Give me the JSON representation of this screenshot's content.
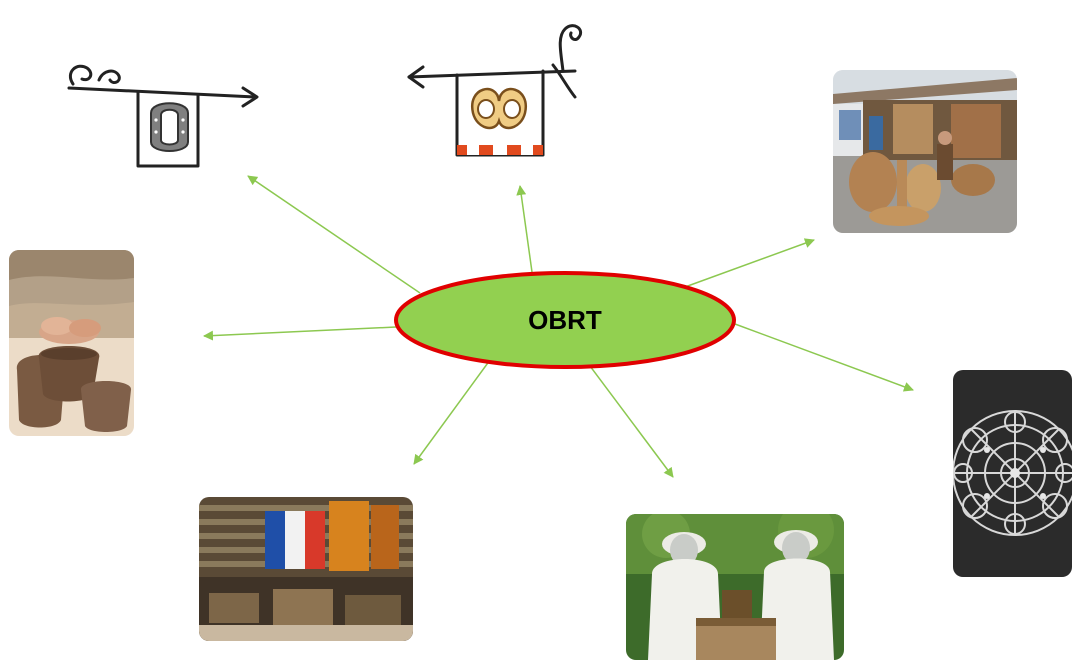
{
  "center": {
    "label": "OBRT",
    "fill": "#92d050",
    "stroke": "#e00000"
  },
  "arrow_color": "#8cc850",
  "images": [
    {
      "name": "horseshoe-sign-icon"
    },
    {
      "name": "pretzel-sign-icon"
    },
    {
      "name": "basket-market-photo"
    },
    {
      "name": "pottery-photo"
    },
    {
      "name": "lace-photo"
    },
    {
      "name": "candle-workshop-photo"
    },
    {
      "name": "beekeepers-photo"
    }
  ]
}
